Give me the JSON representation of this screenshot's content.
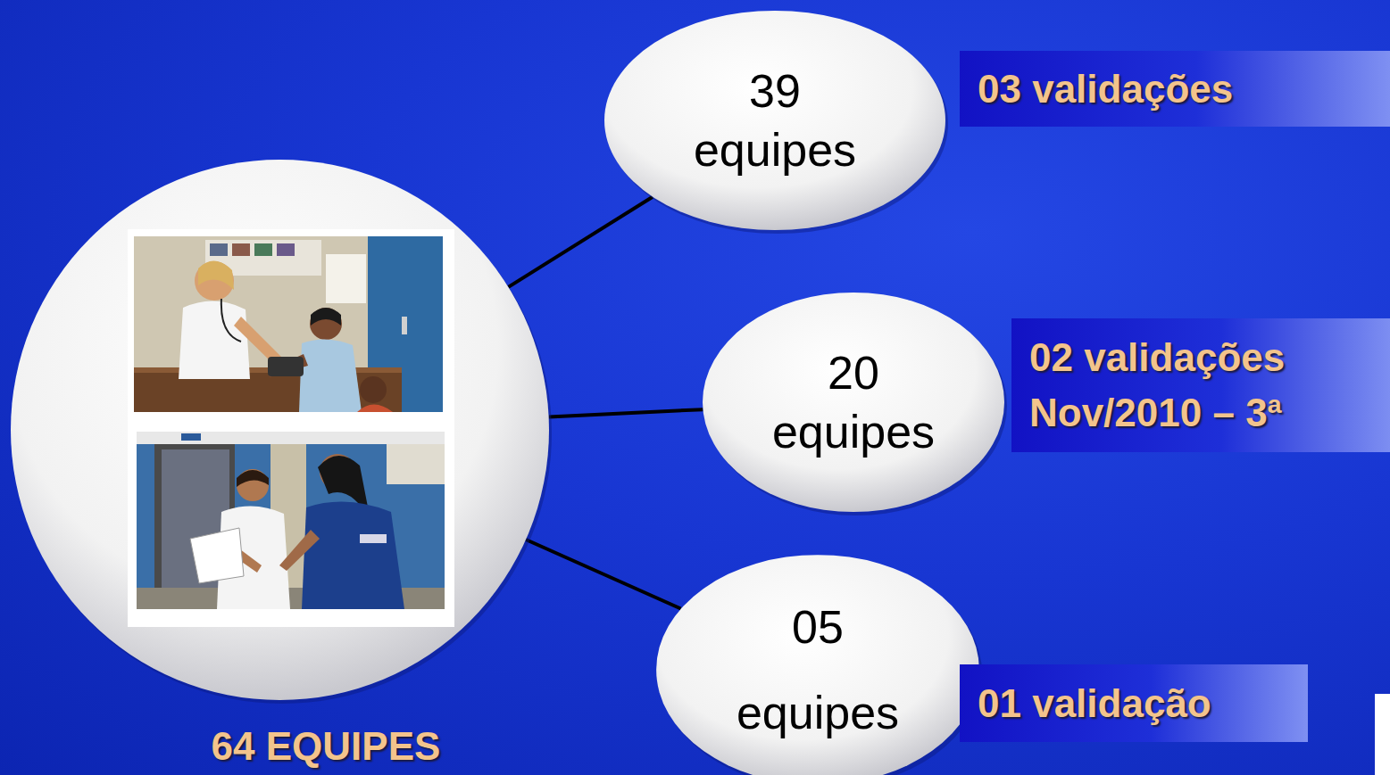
{
  "diagram": {
    "nodes": [
      {
        "text": [
          "64 EQUIPES"
        ]
      },
      {
        "text": [
          "39 equipes"
        ]
      },
      {
        "text": [
          "20 equipes"
        ]
      },
      {
        "text": [
          "05 equipes"
        ]
      },
      {
        "text": [
          "03 validações"
        ]
      },
      {
        "text": [
          "02 validações Nov/2010 – 3ª"
        ]
      },
      {
        "text": [
          "01 validação"
        ]
      }
    ],
    "edges": [
      {
        "from": 0,
        "to": 1,
        "arrow": "none"
      },
      {
        "from": 0,
        "to": 2,
        "arrow": "none"
      },
      {
        "from": 0,
        "to": 3,
        "arrow": "none"
      }
    ]
  }
}
